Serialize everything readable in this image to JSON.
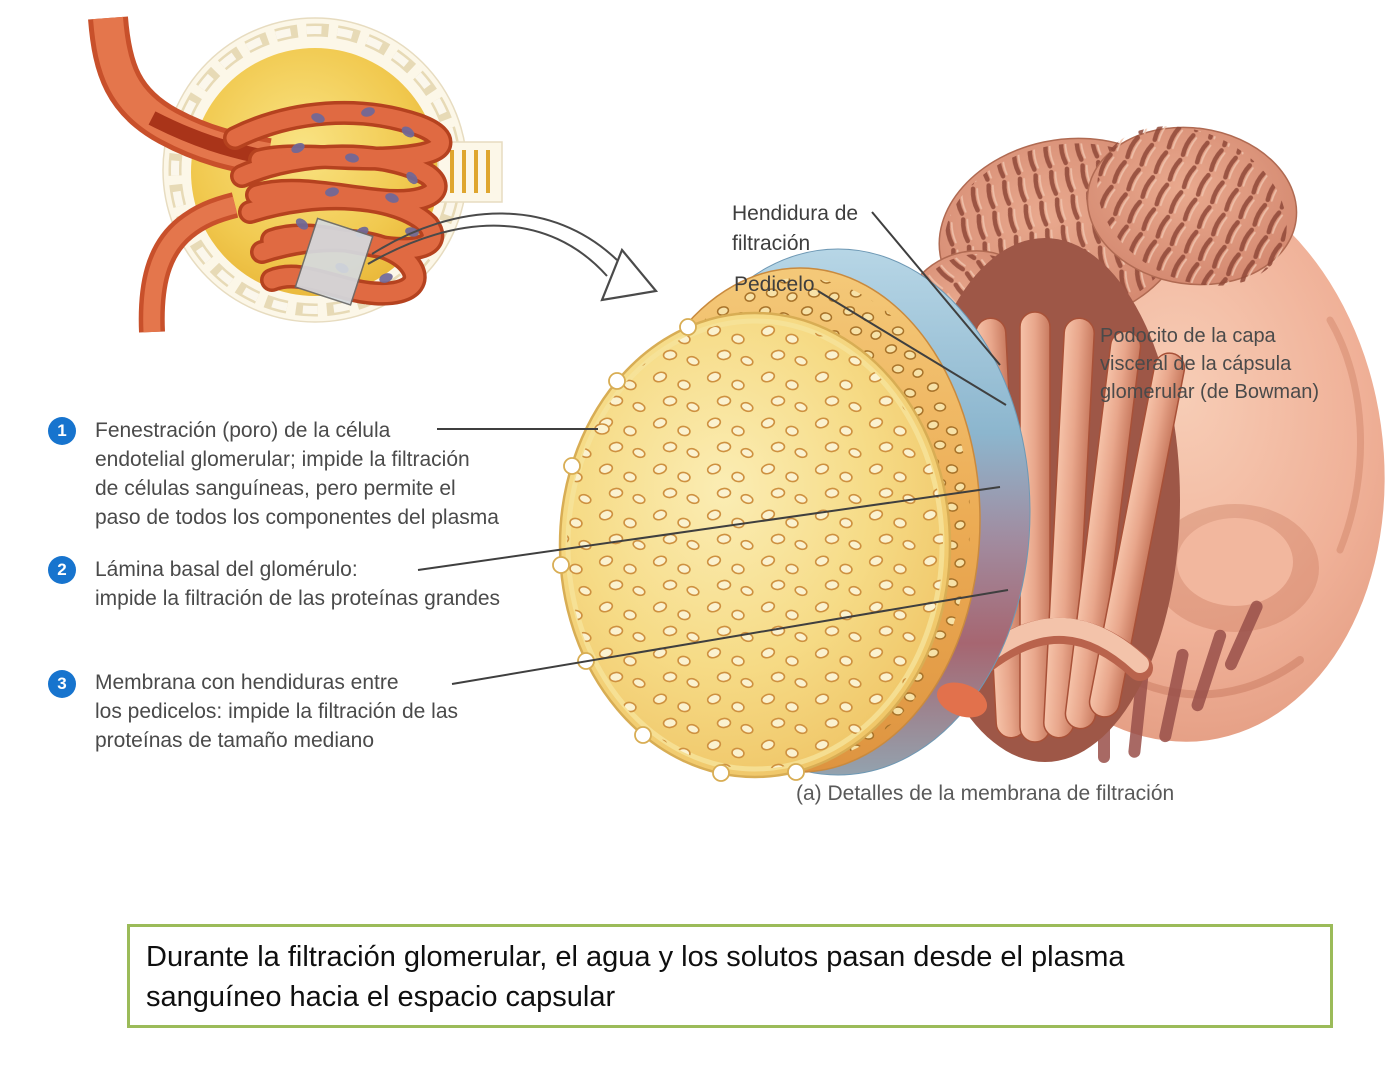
{
  "figure": {
    "labels": {
      "hendidura": {
        "lines": [
          "Hendidura de",
          "filtración"
        ]
      },
      "pedicelo": "Pedicelo",
      "podocito": {
        "lines": [
          "Podocito de la capa",
          "visceral de la cápsula",
          "glomerular (de Bowman)"
        ]
      }
    },
    "numbered_items": [
      {
        "number": "1",
        "lines": [
          "Fenestración (poro) de la célula",
          "endotelial glomerular; impide la filtración",
          "de células sanguíneas, pero permite el",
          "paso de todos los componentes del plasma"
        ]
      },
      {
        "number": "2",
        "lines": [
          "Lámina basal del glomérulo:",
          "impide la filtración de las proteínas grandes"
        ]
      },
      {
        "number": "3",
        "lines": [
          "Membrana con hendiduras entre",
          "los pedicelos: impide la filtración de las",
          "proteínas de tamaño mediano"
        ]
      }
    ],
    "caption": "(a) Detalles de la membrana de filtración"
  },
  "note_box": {
    "lines": [
      "Durante la filtración glomerular, el agua y los solutos pasan desde el plasma",
      "sanguíneo hacia el espacio capsular"
    ]
  },
  "colors": {
    "badge_blue": "#1774ce",
    "note_border_green": "#9bbb59",
    "label_text": "#3e3e3e",
    "leader_line": "#3f3f3f",
    "endothelium_front_yellow": "#f6db86",
    "endothelium_back_orange": "#ecac55",
    "basal_lamina_blue": "#8fb9d1",
    "slit_membrane_mauve": "#a66671",
    "podocyte_pink": "#f0b198",
    "capillary_red": "#e06a42",
    "capsule_yellow": "#f1c94f"
  }
}
